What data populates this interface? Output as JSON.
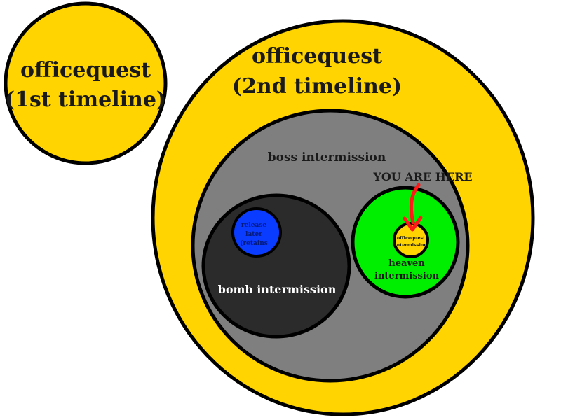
{
  "colors": {
    "yellow": "#ffd400",
    "gray": "#7f7f7f",
    "dark": "#2b2b2b",
    "blue": "#0a3cff",
    "green": "#00ee00",
    "orange": "#ffd400",
    "arrow": "#ff1a1a",
    "outline": "#000000",
    "white_text": "#ffffff",
    "dark_text": "#1a1a1a"
  },
  "circles": {
    "first_timeline": {
      "line1": "officequest",
      "line2": "(1st timeline)"
    },
    "second_timeline": {
      "line1": "officequest",
      "line2": "(2nd timeline)"
    },
    "boss": {
      "label": "boss intermission"
    },
    "bomb": {
      "label": "bomb intermission"
    },
    "blue": {
      "line1": "release",
      "line2": "later",
      "line3": "(retains"
    },
    "heaven": {
      "line1": "heaven",
      "line2": "intermission"
    },
    "current": {
      "line1": "officequest",
      "line2": "intermission"
    }
  },
  "marker": {
    "label": "YOU ARE HERE",
    "icon": "arrow-down-icon"
  }
}
